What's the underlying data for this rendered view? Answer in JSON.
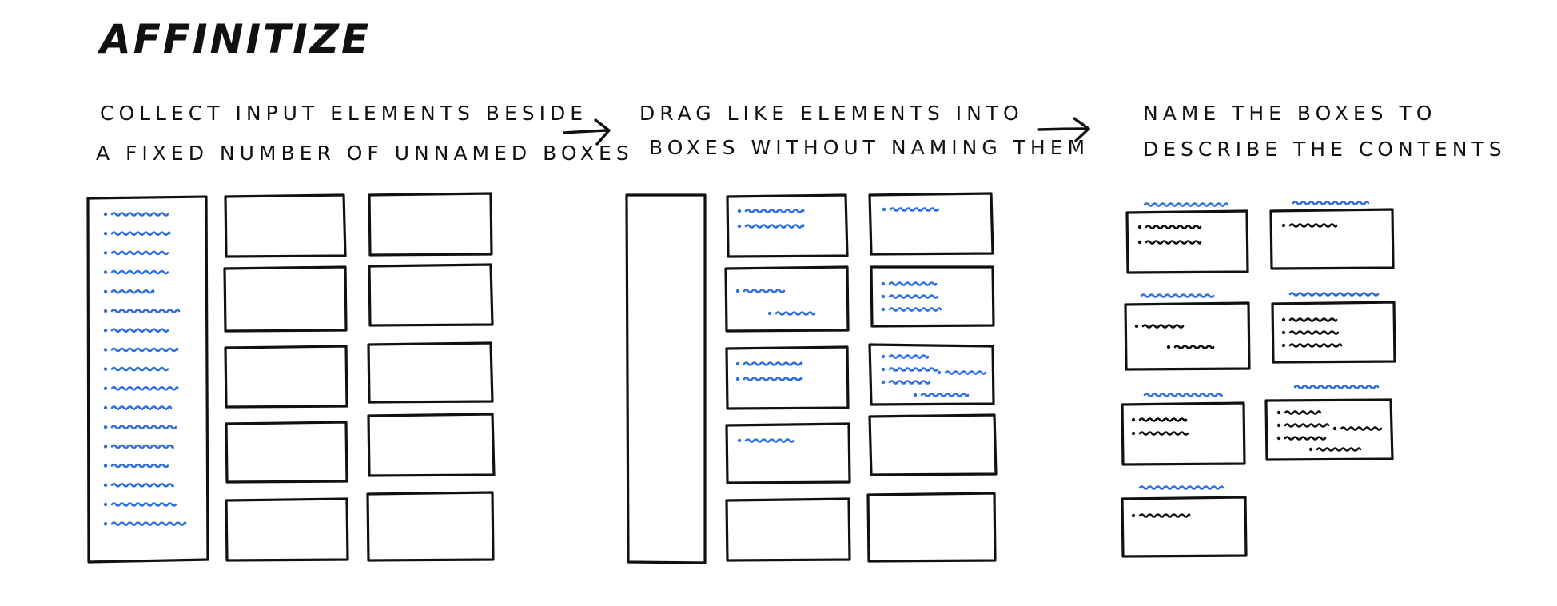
{
  "title": "AFFINITIZE",
  "colors": {
    "ink": "#111111",
    "note": "#2f6fe0"
  },
  "steps": [
    {
      "line1": "COLLECT INPUT ELEMENTS BESIDE",
      "line2": "A FIXED NUMBER OF UNNAMED BOXES"
    },
    {
      "line1": "DRAG LIKE ELEMENTS INTO",
      "line2": "BOXES WITHOUT NAMING THEM"
    },
    {
      "line1": "NAME THE BOXES TO",
      "line2": "DESCRIBE THE CONTENTS"
    }
  ],
  "arrows": [
    "arrow-right-icon",
    "arrow-right-icon"
  ],
  "panel1": {
    "input_item_count": 17,
    "unnamed_box_count": 10
  },
  "panel2": {
    "box_item_counts": [
      2,
      1,
      2,
      3,
      2,
      5,
      1,
      0,
      0,
      0
    ],
    "empty_boxes": 4
  },
  "panel3": {
    "named_box_count": 7,
    "box_item_counts": [
      2,
      1,
      2,
      3,
      2,
      5,
      1
    ]
  }
}
